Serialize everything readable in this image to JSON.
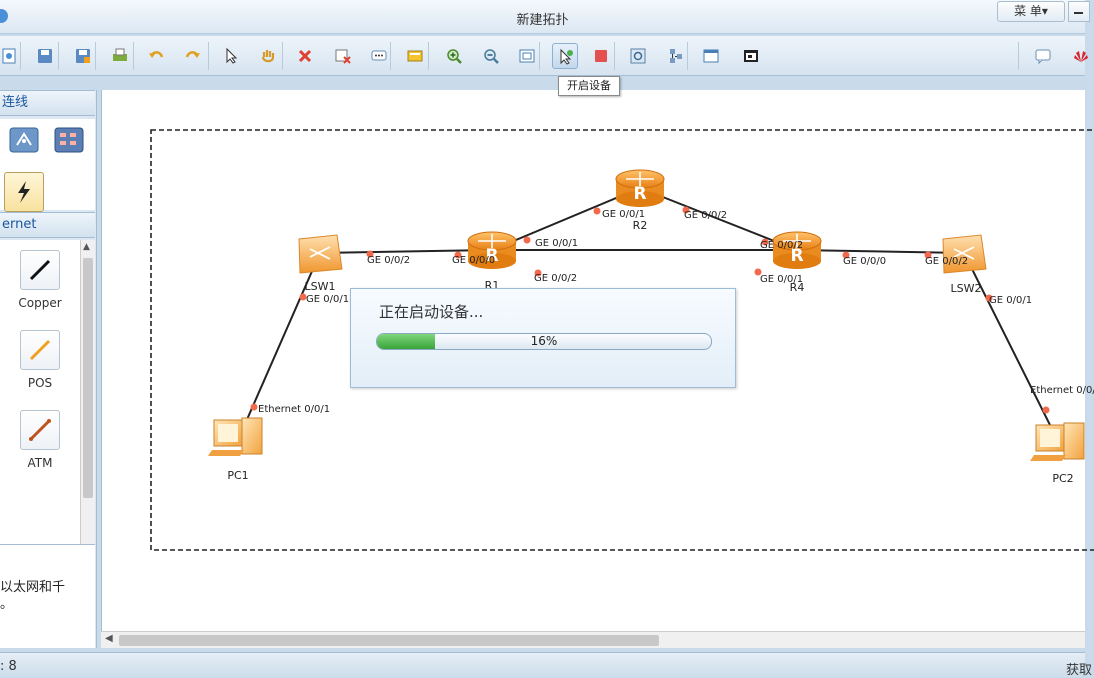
{
  "window": {
    "title": "新建拓扑",
    "menu_label": "菜 单▾"
  },
  "toolbar": {
    "icons": [
      "new-icon",
      "save-icon",
      "save-as-icon",
      "print-icon",
      "undo-icon",
      "redo-icon",
      "select-pointer-icon",
      "pan-hand-icon",
      "delete-icon",
      "delete-link-icon",
      "text-note-icon",
      "palette-icon",
      "zoom-in-icon",
      "zoom-out-icon",
      "fit-icon",
      "start-device-icon",
      "stop-device-icon",
      "capture-icon",
      "topology-icon",
      "window-icon",
      "console-icon",
      "chat-icon",
      "huawei-logo-icon"
    ],
    "tooltip": "开启设备"
  },
  "left_panel": {
    "section_links": "连线",
    "section_ethernet": "ernet",
    "cables": [
      {
        "label": "Copper",
        "color": "#111111"
      },
      {
        "label": "POS",
        "color": "#f0a020"
      },
      {
        "label": "ATM",
        "color": "#c0521e"
      }
    ],
    "description": [
      "以太网和千",
      "。"
    ]
  },
  "topology": {
    "devices": [
      {
        "name": "LSW1",
        "type": "switch"
      },
      {
        "name": "R1",
        "type": "router"
      },
      {
        "name": "R2",
        "type": "router"
      },
      {
        "name": "R4",
        "type": "router"
      },
      {
        "name": "LSW2",
        "type": "switch"
      },
      {
        "name": "PC1",
        "type": "pc"
      },
      {
        "name": "PC2",
        "type": "pc"
      }
    ],
    "ports": {
      "lsw1_r1": "GE 0/0/2",
      "r1_lsw1": "GE 0/0/0",
      "r1_r2": "GE 0/0/1",
      "r1_r4": "GE 0/0/2",
      "r2_r1": "GE 0/0/1",
      "r2_r4": "GE 0/0/2",
      "r4_r2": "GE 0/0/2",
      "r4_r1": "GE 0/0/1",
      "r4_lsw2": "GE 0/0/0",
      "lsw2_r4": "GE 0/0/2",
      "lsw1_pc1": "GE 0/0/1",
      "pc1_lsw1": "Ethernet 0/0/1",
      "lsw2_pc2": "GE 0/0/1",
      "pc2_lsw2": "Ethernet 0/0/"
    },
    "colors": {
      "router": "#f39a2b",
      "switch": "#f3a94a",
      "port_dot": "#f26a4b",
      "link": "#222222"
    }
  },
  "progress": {
    "message": "正在启动设备...",
    "percent": 16,
    "label": "16%"
  },
  "status": {
    "left": ": 8",
    "right": "获取"
  }
}
